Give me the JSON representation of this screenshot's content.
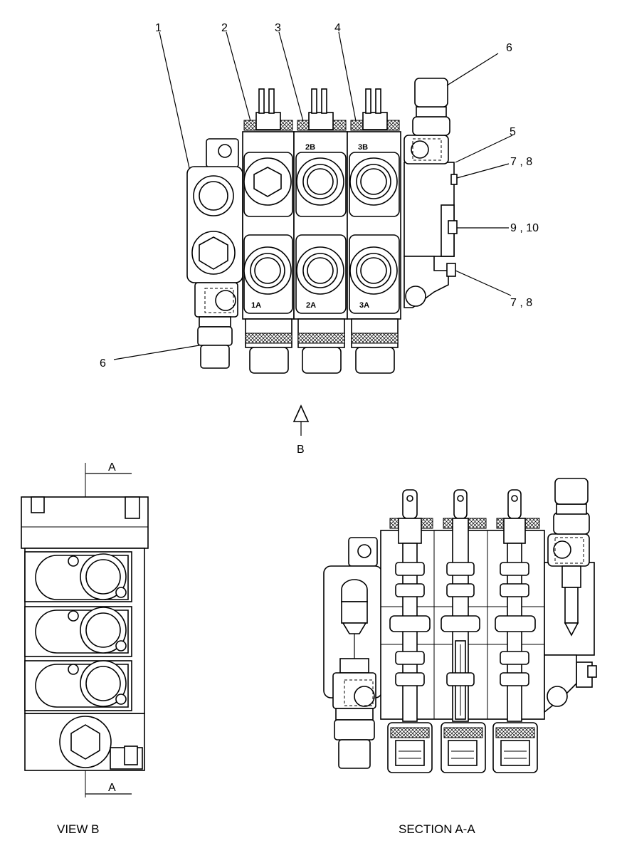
{
  "callouts": {
    "c1": "1",
    "c2": "2",
    "c3": "3",
    "c4": "4",
    "c5": "5",
    "c6_top": "6",
    "c6_bottom": "6",
    "c78_top": "7 , 8",
    "c910": "9 , 10",
    "c78_bottom": "7 , 8"
  },
  "ports": {
    "p2b": "2B",
    "p3b": "3B",
    "p1a": "1A",
    "p2a": "2A",
    "p3a": "3A"
  },
  "view_arrow_label": "B",
  "section_markers": {
    "top": "A",
    "bottom": "A"
  },
  "captions": {
    "view_b": "VIEW B",
    "section_aa": "SECTION A-A"
  }
}
